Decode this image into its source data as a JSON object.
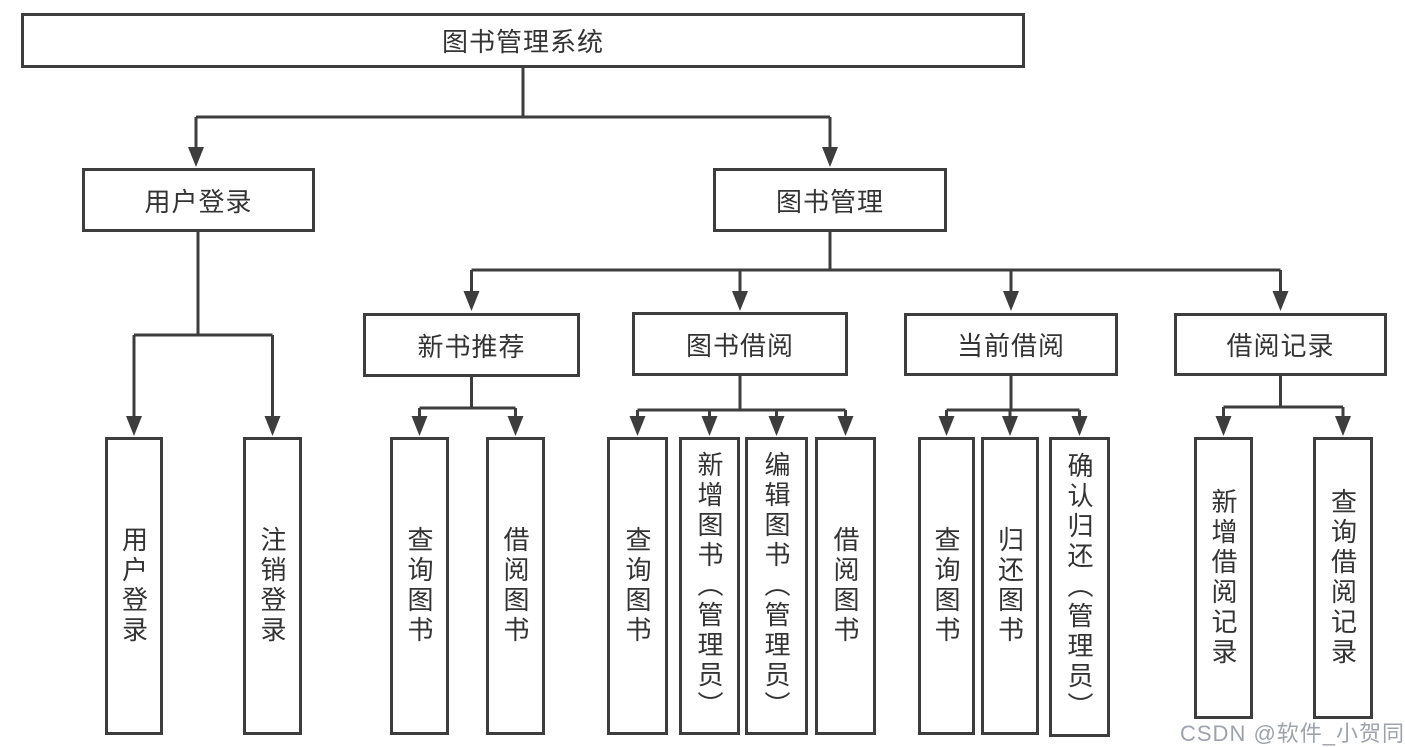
{
  "colors": {
    "line": "#3d3d3d",
    "box_border": "#3d3d3d",
    "text": "#333333",
    "watermark": "#9ea3ab",
    "background": "#ffffff"
  },
  "watermark": "CSDN @软件_小贺同学",
  "nodes": {
    "root": "图书管理系统",
    "user_login": {
      "label": "用户登录",
      "children": [
        "用户登录",
        "注销登录"
      ]
    },
    "book_mgmt": {
      "label": "图书管理",
      "sections": {
        "new_books": {
          "label": "新书推荐",
          "children": [
            "查询图书",
            "借阅图书"
          ]
        },
        "borrowing": {
          "label": "图书借阅",
          "children": [
            "查询图书",
            "新增图书（管理员）",
            "编辑图书（管理员）",
            "借阅图书"
          ]
        },
        "current": {
          "label": "当前借阅",
          "children": [
            "查询图书",
            "归还图书",
            "确认归还（管理员）"
          ]
        },
        "records": {
          "label": "借阅记录",
          "children": [
            "新增借阅记录",
            "查询借阅记录"
          ]
        }
      }
    }
  }
}
